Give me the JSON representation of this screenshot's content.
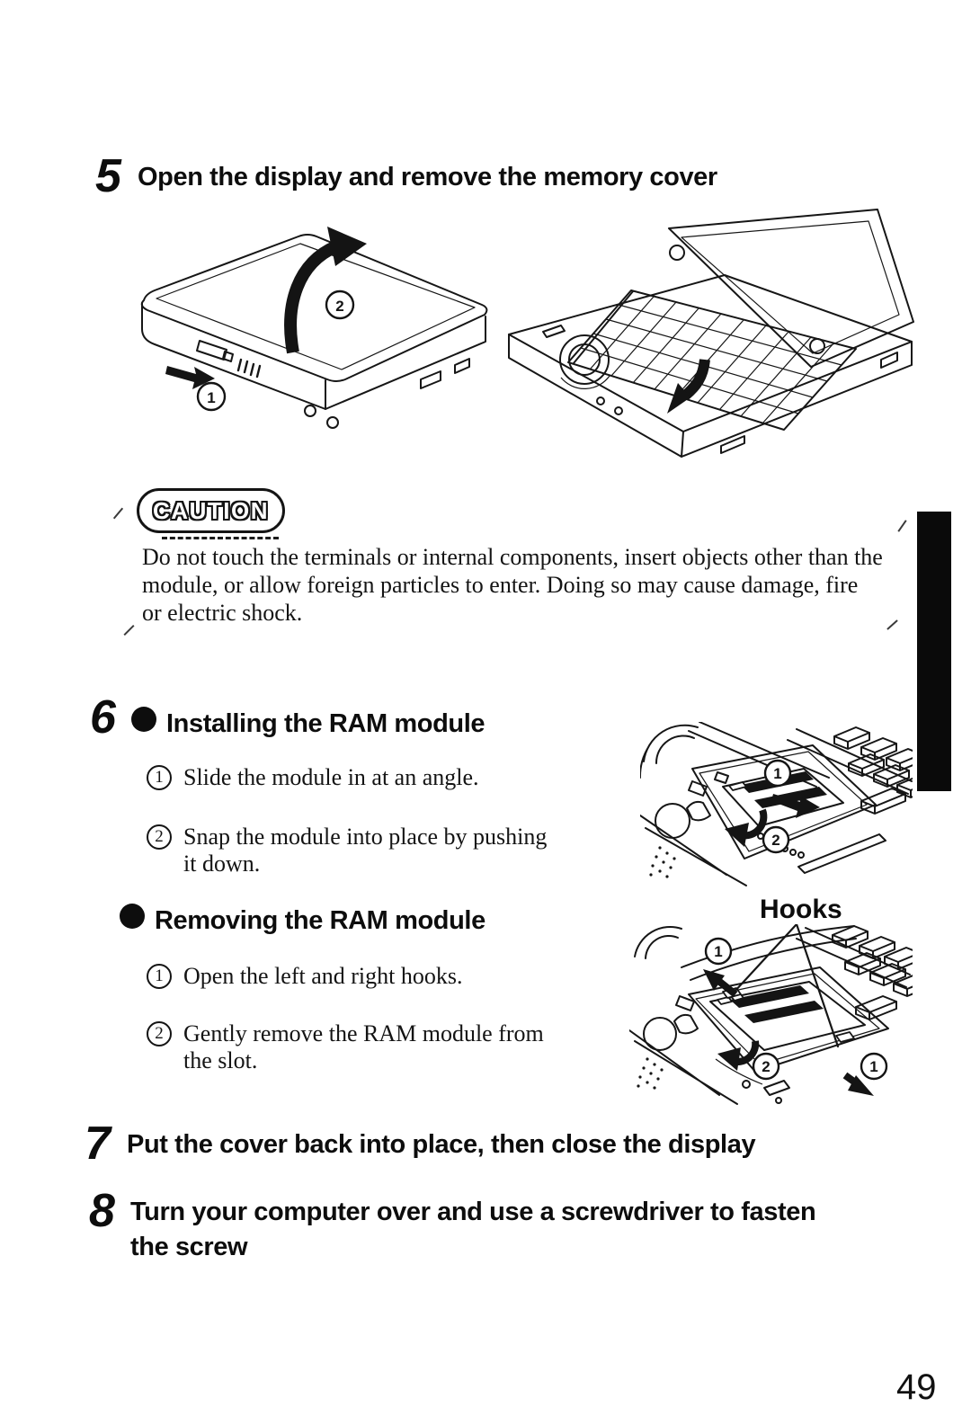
{
  "page_number": "49",
  "step5": {
    "num": "5",
    "title": "Open the display and remove the memory cover"
  },
  "caution": {
    "badge": "CAUTION",
    "line1": "Do not touch the terminals or internal components, insert objects other than the",
    "line2": "module, or allow foreign particles to enter.  Doing so may cause damage, fire",
    "line3": "or electric shock."
  },
  "step6": {
    "num": "6",
    "installing": {
      "heading": "Installing the RAM module",
      "s1num": "1",
      "s1text": "Slide the module in at an angle.",
      "s2num": "2",
      "s2line1": "Snap the module into place by pushing",
      "s2line2": "it down."
    },
    "removing": {
      "heading": "Removing the RAM module",
      "s1num": "1",
      "s1text": "Open the left and right hooks.",
      "s2num": "2",
      "s2line1": "Gently remove the RAM module from",
      "s2line2": "the slot."
    },
    "hooks_label": "Hooks"
  },
  "step7": {
    "num": "7",
    "title": "Put the cover back into place, then close the display"
  },
  "step8": {
    "num": "8",
    "line1": "Turn your computer over and use a screwdriver to fasten",
    "line2": "the screw"
  },
  "markers": {
    "one": "1",
    "two": "2"
  }
}
